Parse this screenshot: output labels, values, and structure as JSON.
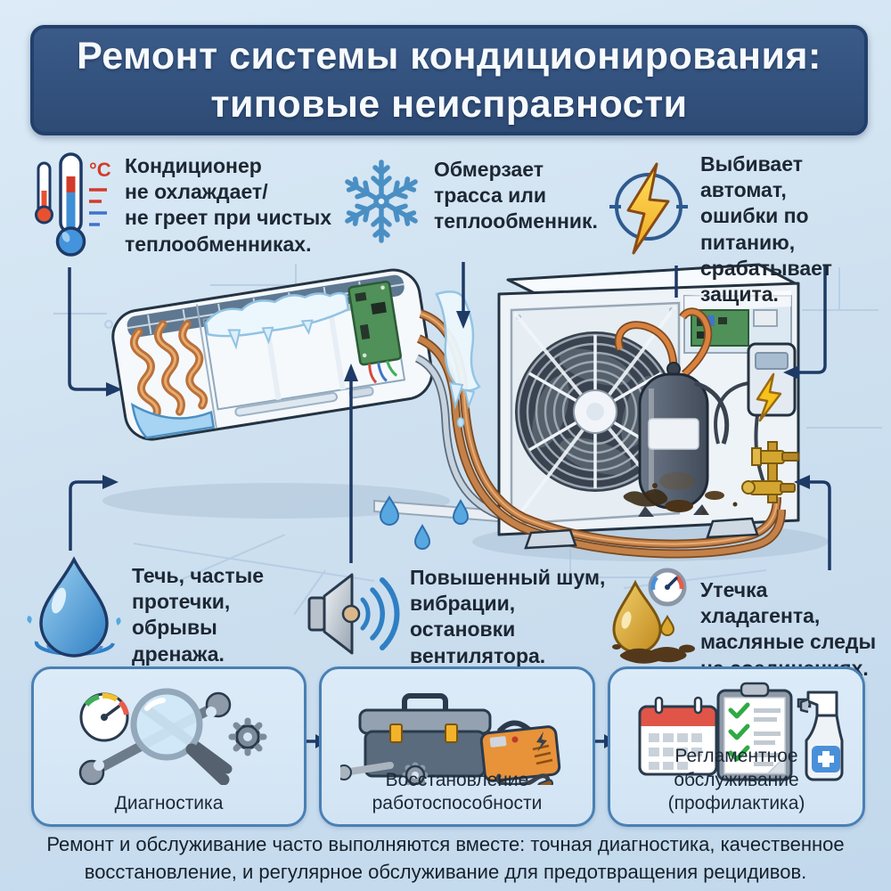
{
  "title": {
    "text": "Ремонт системы кондиционирования:\nтиповые неисправности"
  },
  "faults": {
    "no_cooling": {
      "icon": "thermometer-icon",
      "text": "Кондиционер\nне охлаждает/\nне греет при чистых\nтеплообменниках."
    },
    "freezing": {
      "icon": "snowflake-icon",
      "text": "Обмерзает\nтрасса или\nтеплообменник."
    },
    "electrical": {
      "icon": "lightning-icon",
      "text": "Выбивает автомат,\nошибки по\nпитанию,\nсрабатывает\nзащита."
    },
    "water_leak": {
      "icon": "water-drop-icon",
      "text": "Течь, частые\nпротечки,\nобрывы\nдренажа."
    },
    "noise": {
      "icon": "speaker-icon",
      "text": "Повышенный шум,\nвибрации,\nостановки\nвентилятора."
    },
    "refrigerant": {
      "icon": "oil-drop-gauge-icon",
      "text": "Утечка хладагента,\nмасляные следы\nна соединениях."
    }
  },
  "process": {
    "steps": [
      {
        "icon": "diagnostics-tools-icon",
        "label": "Диагностика"
      },
      {
        "icon": "toolbox-welder-icon",
        "label": "Восстановление\nработоспособности"
      },
      {
        "icon": "calendar-checklist-spray-icon",
        "label": "Регламентное обслуживание\n(профилактика)"
      }
    ]
  },
  "footer": {
    "text": "Ремонт и обслуживание часто выполняются вместе: точная диагностика, качественное\nвосстановление, и регулярное обслуживание для предотвращения рецидивов."
  },
  "colors": {
    "background": "#cfe1f0",
    "banner": "#33527e",
    "banner_border": "#22406b",
    "title_text": "#f7fafd",
    "body_text": "#1d2733",
    "connector": "#1e3a66",
    "box_border": "#4a80b4",
    "box_fill": "#d6e6f4",
    "copper_pipe": "#c4824a",
    "ice": "#ecf7fd",
    "bolt_yellow": "#f6c21b",
    "oil_brown": "#4a3318"
  }
}
